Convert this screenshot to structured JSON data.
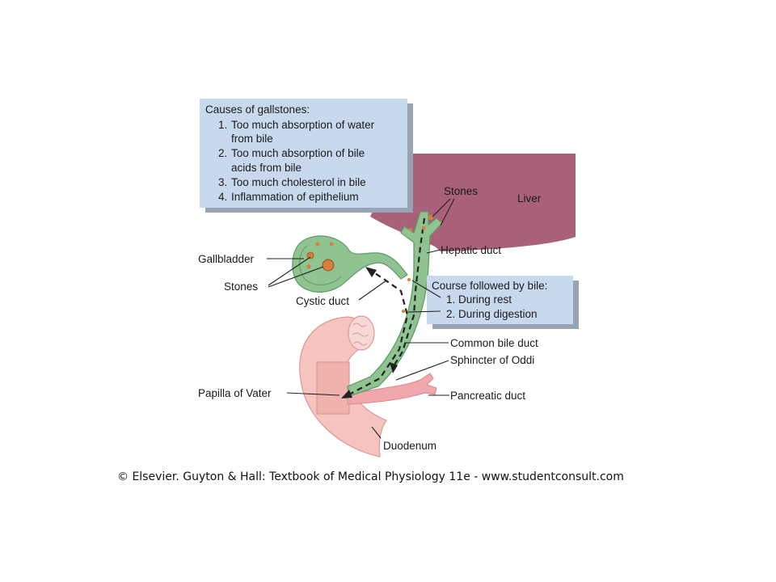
{
  "colors": {
    "liver": "#a9617a",
    "gallbladder": "#8fc391",
    "duct": "#8fc391",
    "stone": "#d7803c",
    "duodenum": "#f6c4bf",
    "pancreatic_duct": "#f1a8ad",
    "info_box": "#c8d9ee",
    "info_shadow": "#97a4b6"
  },
  "causes_box": {
    "title": "Causes of gallstones:",
    "items": [
      {
        "num": "1.",
        "line1": "Too much absorption of water",
        "line2": "from bile"
      },
      {
        "num": "2.",
        "line1": "Too much absorption of bile",
        "line2": "acids from bile"
      },
      {
        "num": "3.",
        "line1": "Too much cholesterol in bile",
        "line2": ""
      },
      {
        "num": "4.",
        "line1": "Inflammation of epithelium",
        "line2": ""
      }
    ]
  },
  "course_box": {
    "title": "Course followed by bile:",
    "items": [
      {
        "num": "1.",
        "text": "During rest"
      },
      {
        "num": "2.",
        "text": "During digestion"
      }
    ]
  },
  "labels": {
    "liver": "Liver",
    "stones_top": "Stones",
    "hepatic_duct": "Hepatic duct",
    "gallbladder": "Gallbladder",
    "stones_left": "Stones",
    "cystic_duct": "Cystic duct",
    "common_bile_duct": "Common bile duct",
    "sphincter": "Sphincter of Oddi",
    "papilla": "Papilla of Vater",
    "pancreatic_duct": "Pancreatic duct",
    "duodenum": "Duodenum"
  },
  "credit": "© Elsevier. Guyton & Hall: Textbook of Medical Physiology 11e - www.studentconsult.com"
}
